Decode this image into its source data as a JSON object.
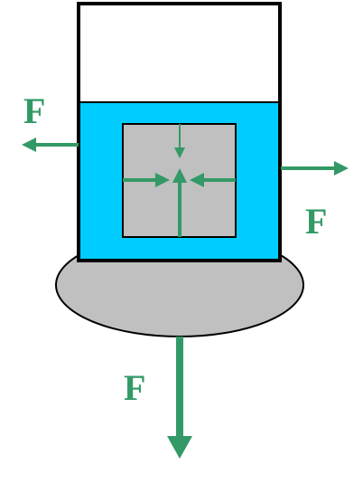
{
  "diagram": {
    "labels": {
      "force_left": "F",
      "force_right": "F",
      "force_down": "F"
    },
    "colors": {
      "arrow": "#339966",
      "label": "#339966",
      "liquid": "#00ccff",
      "solid_block": "#c0c0c0",
      "base": "#c0c0c0",
      "outline": "#000000",
      "background": "#ffffff"
    }
  }
}
